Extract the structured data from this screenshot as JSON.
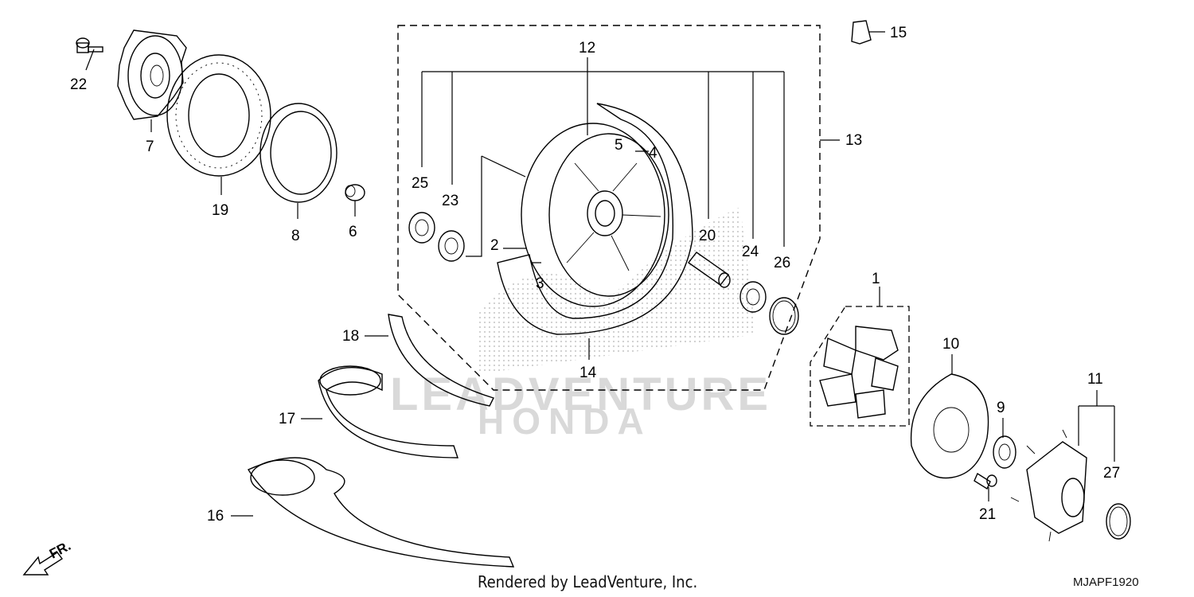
{
  "watermark": {
    "line1": "LEADVENTURE",
    "line2": "HONDA"
  },
  "footer": {
    "rendered_by": "Rendered by LeadVenture, Inc.",
    "diagram_code": "MJAPF1920"
  },
  "direction_label": "FR.",
  "parts": {
    "p1": "1",
    "p2": "2",
    "p3": "3",
    "p4": "4",
    "p5": "5",
    "p6": "6",
    "p7": "7",
    "p8": "8",
    "p9": "9",
    "p10": "10",
    "p11": "11",
    "p12": "12",
    "p13": "13",
    "p14": "14",
    "p15": "15",
    "p16": "16",
    "p17": "17",
    "p18": "18",
    "p19": "19",
    "p20": "20",
    "p21": "21",
    "p22": "22",
    "p23": "23",
    "p24": "24",
    "p25": "25",
    "p26": "26",
    "p27": "27"
  }
}
